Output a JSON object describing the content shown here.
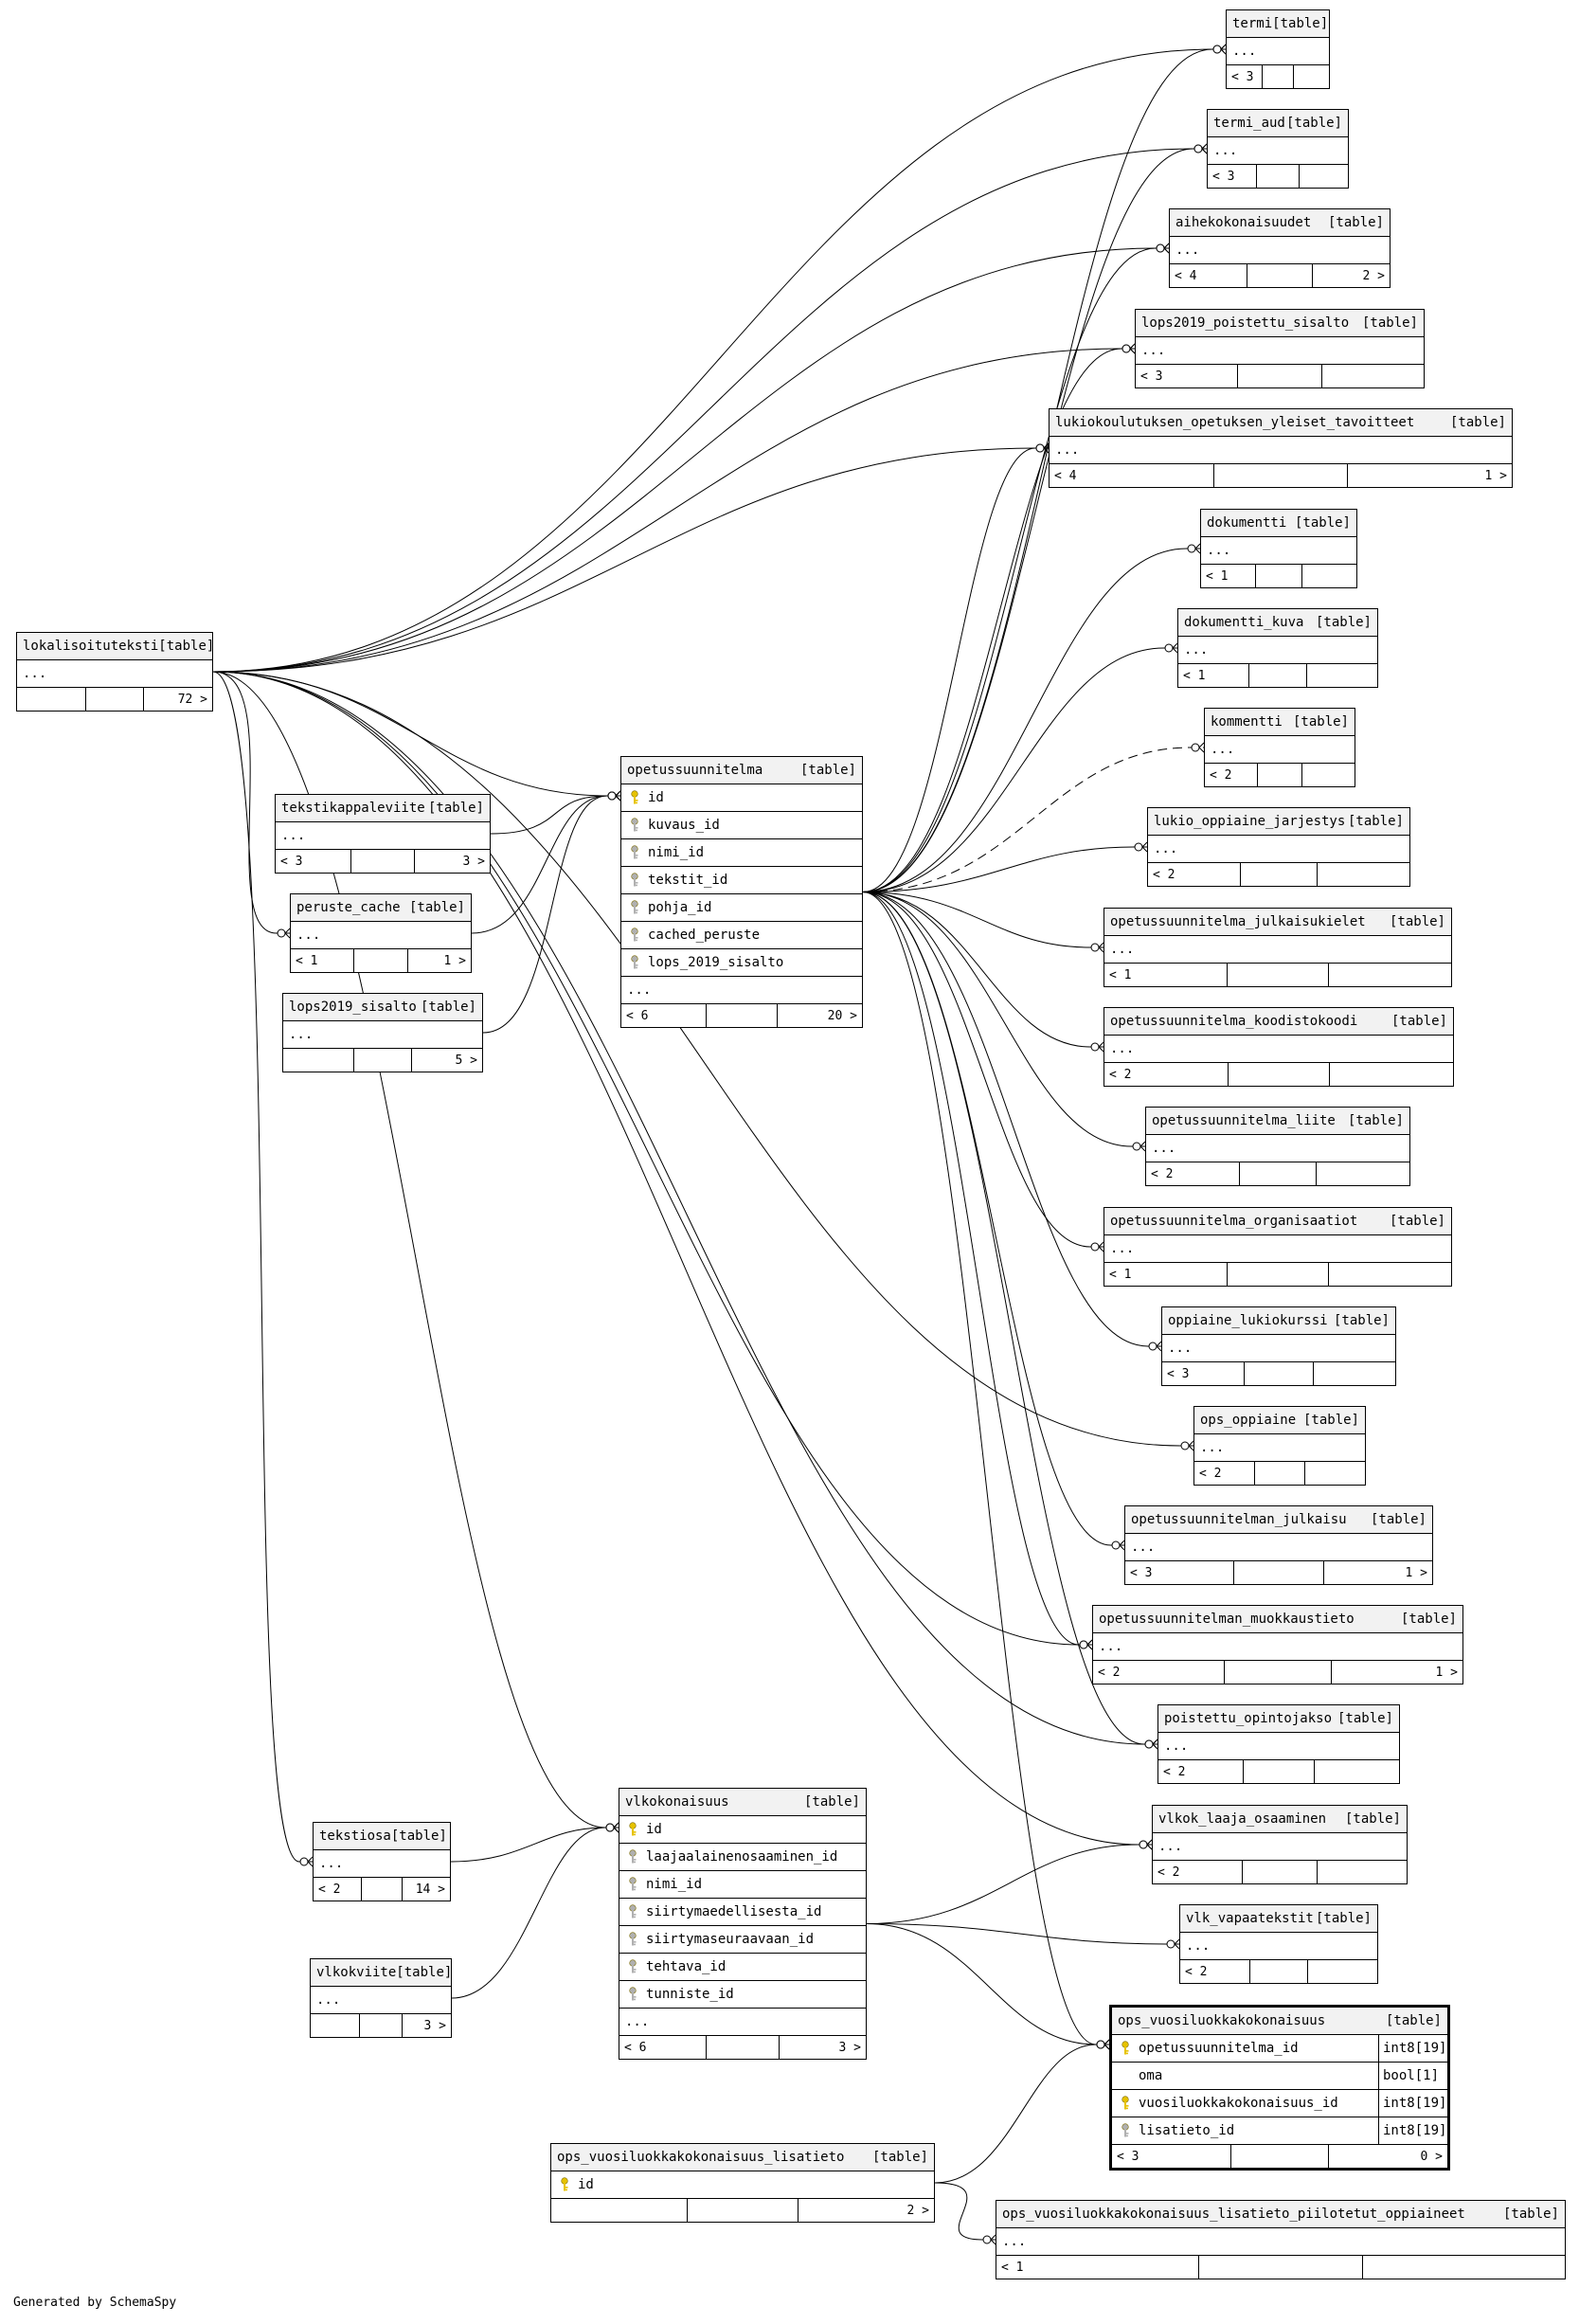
{
  "footer_credit": "Generated by SchemaSpy",
  "tables": [
    {
      "id": "termi",
      "name": "termi",
      "type": "[table]",
      "rows": [
        {
          "text": "..."
        }
      ],
      "foot": [
        "< 3",
        "",
        ""
      ]
    },
    {
      "id": "termi_aud",
      "name": "termi_aud",
      "type": "[table]",
      "rows": [
        {
          "text": "..."
        }
      ],
      "foot": [
        "< 3",
        "",
        ""
      ]
    },
    {
      "id": "aihekokonaisuudet",
      "name": "aihekokonaisuudet",
      "type": "[table]",
      "rows": [
        {
          "text": "..."
        }
      ],
      "foot": [
        "< 4",
        "",
        "2 >"
      ]
    },
    {
      "id": "lops2019_poistettu_sisalto",
      "name": "lops2019_poistettu_sisalto",
      "type": "[table]",
      "rows": [
        {
          "text": "..."
        }
      ],
      "foot": [
        "< 3",
        "",
        ""
      ]
    },
    {
      "id": "lukiokoulutuksen",
      "name": "lukiokoulutuksen_opetuksen_yleiset_tavoitteet",
      "type": "[table]",
      "rows": [
        {
          "text": "..."
        }
      ],
      "foot": [
        "< 4",
        "",
        "1 >"
      ]
    },
    {
      "id": "dokumentti",
      "name": "dokumentti",
      "type": "[table]",
      "rows": [
        {
          "text": "..."
        }
      ],
      "foot": [
        "< 1",
        "",
        ""
      ]
    },
    {
      "id": "dokumentti_kuva",
      "name": "dokumentti_kuva",
      "type": "[table]",
      "rows": [
        {
          "text": "..."
        }
      ],
      "foot": [
        "< 1",
        "",
        ""
      ]
    },
    {
      "id": "kommentti",
      "name": "kommentti",
      "type": "[table]",
      "rows": [
        {
          "text": "..."
        }
      ],
      "foot": [
        "< 2",
        "",
        ""
      ]
    },
    {
      "id": "lukio_oppiaine_jarjestys",
      "name": "lukio_oppiaine_jarjestys",
      "type": "[table]",
      "rows": [
        {
          "text": "..."
        }
      ],
      "foot": [
        "< 2",
        "",
        ""
      ]
    },
    {
      "id": "ops_julkaisukielet",
      "name": "opetussuunnitelma_julkaisukielet",
      "type": "[table]",
      "rows": [
        {
          "text": "..."
        }
      ],
      "foot": [
        "< 1",
        "",
        ""
      ]
    },
    {
      "id": "ops_koodistokoodi",
      "name": "opetussuunnitelma_koodistokoodi",
      "type": "[table]",
      "rows": [
        {
          "text": "..."
        }
      ],
      "foot": [
        "< 2",
        "",
        ""
      ]
    },
    {
      "id": "ops_liite",
      "name": "opetussuunnitelma_liite",
      "type": "[table]",
      "rows": [
        {
          "text": "..."
        }
      ],
      "foot": [
        "< 2",
        "",
        ""
      ]
    },
    {
      "id": "ops_organisaatiot",
      "name": "opetussuunnitelma_organisaatiot",
      "type": "[table]",
      "rows": [
        {
          "text": "..."
        }
      ],
      "foot": [
        "< 1",
        "",
        ""
      ]
    },
    {
      "id": "oppiaine_lukiokurssi",
      "name": "oppiaine_lukiokurssi",
      "type": "[table]",
      "rows": [
        {
          "text": "..."
        }
      ],
      "foot": [
        "< 3",
        "",
        ""
      ]
    },
    {
      "id": "ops_oppiaine",
      "name": "ops_oppiaine",
      "type": "[table]",
      "rows": [
        {
          "text": "..."
        }
      ],
      "foot": [
        "< 2",
        "",
        ""
      ]
    },
    {
      "id": "opsn_julkaisu",
      "name": "opetussuunnitelman_julkaisu",
      "type": "[table]",
      "rows": [
        {
          "text": "..."
        }
      ],
      "foot": [
        "< 3",
        "",
        "1 >"
      ]
    },
    {
      "id": "opsn_muokkaustieto",
      "name": "opetussuunnitelman_muokkaustieto",
      "type": "[table]",
      "rows": [
        {
          "text": "..."
        }
      ],
      "foot": [
        "< 2",
        "",
        "1 >"
      ]
    },
    {
      "id": "poistettu_opintojakso",
      "name": "poistettu_opintojakso",
      "type": "[table]",
      "rows": [
        {
          "text": "..."
        }
      ],
      "foot": [
        "< 2",
        "",
        ""
      ]
    },
    {
      "id": "vlkok_laaja_osaaminen",
      "name": "vlkok_laaja_osaaminen",
      "type": "[table]",
      "rows": [
        {
          "text": "..."
        }
      ],
      "foot": [
        "< 2",
        "",
        ""
      ]
    },
    {
      "id": "vlk_vapaatekstit",
      "name": "vlk_vapaatekstit",
      "type": "[table]",
      "rows": [
        {
          "text": "..."
        }
      ],
      "foot": [
        "< 2",
        "",
        ""
      ]
    },
    {
      "id": "lokalisoituteksti",
      "name": "lokalisoituteksti",
      "type": "[table]",
      "rows": [
        {
          "text": "..."
        }
      ],
      "foot": [
        "",
        "",
        "72 >"
      ]
    },
    {
      "id": "tekstikappaleviite",
      "name": "tekstikappaleviite",
      "type": "[table]",
      "rows": [
        {
          "text": "..."
        }
      ],
      "foot": [
        "< 3",
        "",
        "3 >"
      ]
    },
    {
      "id": "peruste_cache",
      "name": "peruste_cache",
      "type": "[table]",
      "rows": [
        {
          "text": "..."
        }
      ],
      "foot": [
        "< 1",
        "",
        "1 >"
      ]
    },
    {
      "id": "lops2019_sisalto",
      "name": "lops2019_sisalto",
      "type": "[table]",
      "rows": [
        {
          "text": "..."
        }
      ],
      "foot": [
        "",
        "",
        "5 >"
      ]
    },
    {
      "id": "opetussuunnitelma",
      "name": "opetussuunnitelma",
      "type": "[table]",
      "rows": [
        {
          "text": "id",
          "key": "pk"
        },
        {
          "text": "kuvaus_id",
          "key": "fk"
        },
        {
          "text": "nimi_id",
          "key": "fk"
        },
        {
          "text": "tekstit_id",
          "key": "fk"
        },
        {
          "text": "pohja_id",
          "key": "fk"
        },
        {
          "text": "cached_peruste",
          "key": "fk"
        },
        {
          "text": "lops_2019_sisalto",
          "key": "fk"
        },
        {
          "text": "..."
        }
      ],
      "foot": [
        "< 6",
        "",
        "20 >"
      ]
    },
    {
      "id": "tekstiosa",
      "name": "tekstiosa",
      "type": "[table]",
      "rows": [
        {
          "text": "..."
        }
      ],
      "foot": [
        "< 2",
        "",
        "14 >"
      ]
    },
    {
      "id": "vlkviite",
      "name": "vlkokviite",
      "type": "[table]",
      "rows": [
        {
          "text": "..."
        }
      ],
      "foot": [
        "",
        "",
        "3 >"
      ]
    },
    {
      "id": "vlkokonaisuus",
      "name": "vlkokonaisuus",
      "type": "[table]",
      "rows": [
        {
          "text": "id",
          "key": "pk"
        },
        {
          "text": "laajaalainenosaaminen_id",
          "key": "fk"
        },
        {
          "text": "nimi_id",
          "key": "fk"
        },
        {
          "text": "siirtymaedellisesta_id",
          "key": "fk"
        },
        {
          "text": "siirtymaseuraavaan_id",
          "key": "fk"
        },
        {
          "text": "tehtava_id",
          "key": "fk"
        },
        {
          "text": "tunniste_id",
          "key": "fk"
        },
        {
          "text": "..."
        }
      ],
      "foot": [
        "< 6",
        "",
        "3 >"
      ]
    },
    {
      "id": "ops_vlk",
      "name": "ops_vuosiluokkakokonaisuus",
      "type": "[table]",
      "focus": true,
      "rows": [
        {
          "text": "opetussuunnitelma_id",
          "key": "pk",
          "ctype": "int8[19]"
        },
        {
          "text": "oma",
          "key": "",
          "ctype": "bool[1]"
        },
        {
          "text": "vuosiluokkakokonaisuus_id",
          "key": "pk",
          "ctype": "int8[19]"
        },
        {
          "text": "lisatieto_id",
          "key": "fk",
          "ctype": "int8[19]"
        }
      ],
      "foot": [
        "< 3",
        "",
        "0 >"
      ]
    },
    {
      "id": "ops_vlk_lisatieto",
      "name": "ops_vuosiluokkakokonaisuus_lisatieto",
      "type": "[table]",
      "rows": [
        {
          "text": "id",
          "key": "pk"
        }
      ],
      "foot": [
        "",
        "",
        "2 >"
      ]
    },
    {
      "id": "ops_vlk_lisatieto_piilo",
      "name": "ops_vuosiluokkakokonaisuus_lisatieto_piilotetut_oppiaineet",
      "type": "[table]",
      "rows": [
        {
          "text": "..."
        }
      ],
      "foot": [
        "< 1",
        "",
        ""
      ]
    }
  ],
  "relations": [
    {
      "from": "lokalisoituteksti",
      "to": "termi"
    },
    {
      "from": "lokalisoituteksti",
      "to": "termi_aud"
    },
    {
      "from": "lokalisoituteksti",
      "to": "aihekokonaisuudet"
    },
    {
      "from": "lokalisoituteksti",
      "to": "lops2019_poistettu_sisalto"
    },
    {
      "from": "lokalisoituteksti",
      "to": "lukiokoulutuksen"
    },
    {
      "from": "lokalisoituteksti",
      "to": "opetussuunnitelma"
    },
    {
      "from": "lokalisoituteksti",
      "to": "peruste_cache"
    },
    {
      "from": "lokalisoituteksti",
      "to": "tekstiosa"
    },
    {
      "from": "lokalisoituteksti",
      "to": "vlkokonaisuus"
    },
    {
      "from": "lokalisoituteksti",
      "to": "ops_oppiaine"
    },
    {
      "from": "lokalisoituteksti",
      "to": "opsn_muokkaustieto"
    },
    {
      "from": "lokalisoituteksti",
      "to": "poistettu_opintojakso"
    },
    {
      "from": "lokalisoituteksti",
      "to": "vlkok_laaja_osaaminen"
    },
    {
      "from": "opetussuunnitelma",
      "to": "termi"
    },
    {
      "from": "opetussuunnitelma",
      "to": "termi_aud"
    },
    {
      "from": "opetussuunnitelma",
      "to": "aihekokonaisuudet"
    },
    {
      "from": "opetussuunnitelma",
      "to": "lops2019_poistettu_sisalto"
    },
    {
      "from": "opetussuunnitelma",
      "to": "lukiokoulutuksen"
    },
    {
      "from": "opetussuunnitelma",
      "to": "dokumentti"
    },
    {
      "from": "opetussuunnitelma",
      "to": "dokumentti_kuva"
    },
    {
      "from": "opetussuunnitelma",
      "to": "kommentti",
      "dashed": true
    },
    {
      "from": "opetussuunnitelma",
      "to": "lukio_oppiaine_jarjestys"
    },
    {
      "from": "opetussuunnitelma",
      "to": "ops_julkaisukielet"
    },
    {
      "from": "opetussuunnitelma",
      "to": "ops_koodistokoodi"
    },
    {
      "from": "opetussuunnitelma",
      "to": "ops_liite"
    },
    {
      "from": "opetussuunnitelma",
      "to": "ops_organisaatiot"
    },
    {
      "from": "opetussuunnitelma",
      "to": "oppiaine_lukiokurssi"
    },
    {
      "from": "opetussuunnitelma",
      "to": "opsn_julkaisu"
    },
    {
      "from": "opetussuunnitelma",
      "to": "opsn_muokkaustieto"
    },
    {
      "from": "opetussuunnitelma",
      "to": "poistettu_opintojakso"
    },
    {
      "from": "opetussuunnitelma",
      "to": "ops_vlk"
    },
    {
      "from": "tekstikappaleviite",
      "to": "opetussuunnitelma"
    },
    {
      "from": "peruste_cache",
      "to": "opetussuunnitelma"
    },
    {
      "from": "lops2019_sisalto",
      "to": "opetussuunnitelma"
    },
    {
      "from": "tekstiosa",
      "to": "vlkokonaisuus"
    },
    {
      "from": "vlkviite",
      "to": "vlkokonaisuus"
    },
    {
      "from": "vlkokonaisuus",
      "to": "vlkok_laaja_osaaminen"
    },
    {
      "from": "vlkokonaisuus",
      "to": "vlk_vapaatekstit"
    },
    {
      "from": "vlkokonaisuus",
      "to": "ops_vlk"
    },
    {
      "from": "ops_vlk_lisatieto",
      "to": "ops_vlk"
    },
    {
      "from": "ops_vlk_lisatieto",
      "to": "ops_vlk_lisatieto_piilo"
    }
  ]
}
